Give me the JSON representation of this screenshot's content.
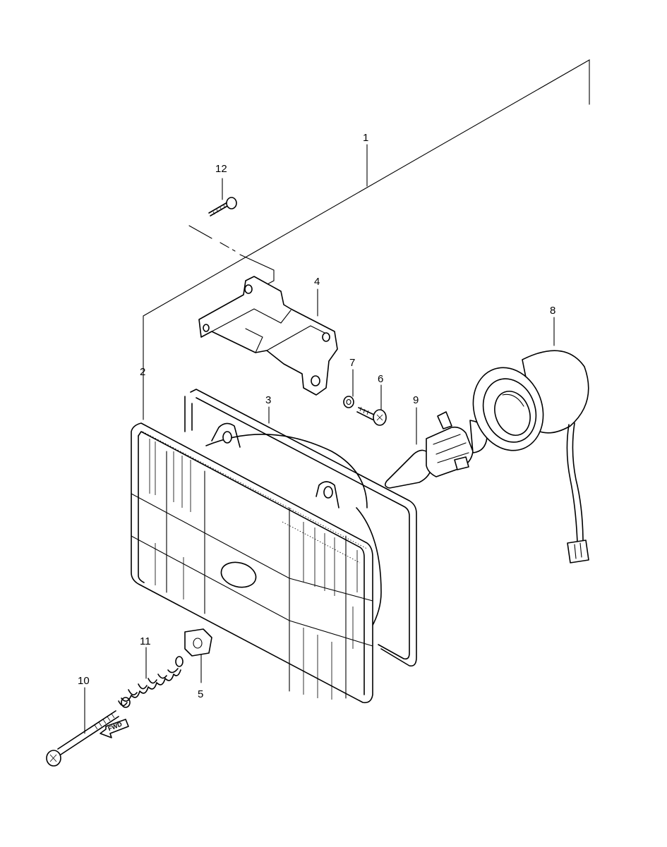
{
  "callouts": {
    "c1": "1",
    "c2": "2",
    "c3": "3",
    "c4": "4",
    "c5": "5",
    "c6": "6",
    "c7": "7",
    "c8": "8",
    "c9": "9",
    "c10": "10",
    "c11": "11",
    "c12": "12"
  },
  "direction_marker": "FWD"
}
